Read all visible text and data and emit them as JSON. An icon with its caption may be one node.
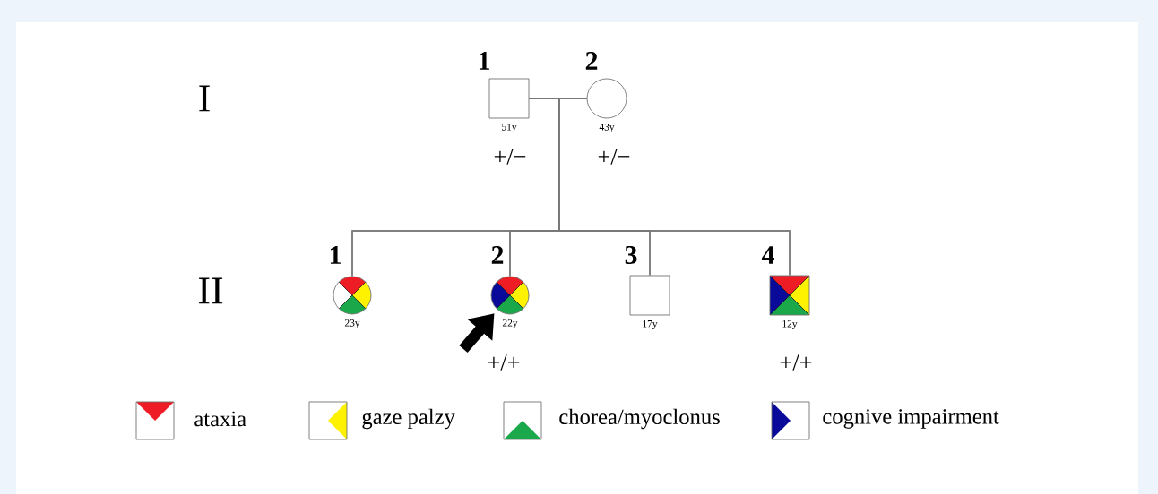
{
  "diagram": {
    "nodes": [
      {
        "text": [],
        "shape": "box",
        "beside": [
          "1",
          "51y",
          "+/−"
        ]
      },
      {
        "text": [],
        "shape": "circle",
        "beside": [
          "2",
          "43y",
          "+/−"
        ]
      },
      {
        "text": [],
        "shape": "circle",
        "beside": [
          "1",
          "23y"
        ]
      },
      {
        "text": [],
        "shape": "circle",
        "beside": [
          "2",
          "22y",
          "+/+"
        ]
      },
      {
        "text": [],
        "shape": "box",
        "beside": [
          "3",
          "17y"
        ]
      },
      {
        "text": [],
        "shape": "box",
        "beside": [
          "4",
          "12y",
          "+/+"
        ]
      }
    ],
    "edges": [
      {
        "from": 0,
        "to": 1,
        "arrow": "none"
      },
      {
        "from": 0,
        "to": 2,
        "arrow": "none"
      },
      {
        "from": 1,
        "to": 2,
        "arrow": "none"
      },
      {
        "from": 0,
        "to": 3,
        "arrow": "none"
      },
      {
        "from": 1,
        "to": 3,
        "arrow": "none"
      },
      {
        "from": 0,
        "to": 4,
        "arrow": "none"
      },
      {
        "from": 1,
        "to": 4,
        "arrow": "none"
      },
      {
        "from": 0,
        "to": 5,
        "arrow": "none"
      },
      {
        "from": 1,
        "to": 5,
        "arrow": "none"
      },
      {
        "from": null,
        "to": 3,
        "arrow": "to",
        "style": "thick",
        "color": "#000000"
      }
    ],
    "labels": [
      "I",
      "II"
    ],
    "legend": [
      {
        "text": "ataxia",
        "color": "#ee1c24"
      },
      {
        "text": "gaze palzy",
        "color": "#fff200"
      },
      {
        "text": "chorea/myoclonus",
        "color": "#1aa84a"
      },
      {
        "text": "cognive impairment",
        "color": "#0a0a9a"
      }
    ]
  }
}
